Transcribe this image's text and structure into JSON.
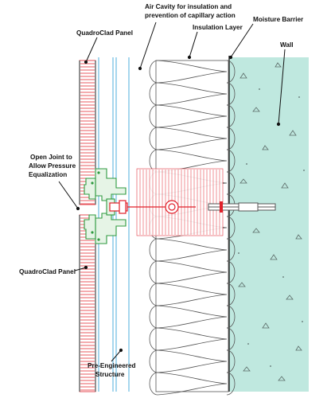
{
  "labels": {
    "top_panel": "QuadroClad Panel",
    "air_cavity_line1": "Air Cavity for insulation and",
    "air_cavity_line2": "prevention of capillary action",
    "insulation_layer": "Insulation Layer",
    "moisture_barrier": "Moisture Barrier",
    "wall": "Wall",
    "open_joint_line1": "Open Joint to",
    "open_joint_line2": "Allow Pressure",
    "open_joint_line3": "Equalization",
    "bottom_panel": "QuadroClad Panel",
    "structure_line1": "Pre-Engineered",
    "structure_line2": "Structure"
  },
  "colors": {
    "panel_hatch": "#e0202a",
    "blue_line": "#3aa6d8",
    "structure_green": "#2f9a3f",
    "bracket_red": "#e0202a",
    "wall_fill": "#bfe8df",
    "insulation_stroke": "#555555",
    "label_text": "#111111"
  }
}
